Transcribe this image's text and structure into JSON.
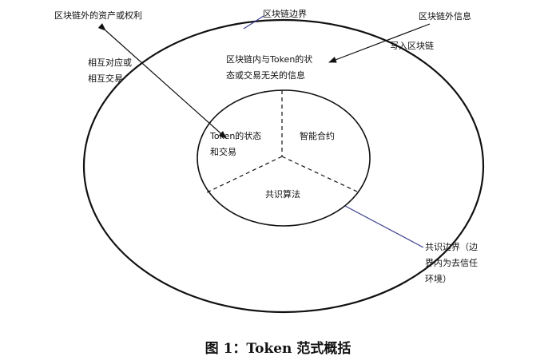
{
  "diagram": {
    "labels": {
      "assets_outside": "区块链外的资产或权利",
      "mutual_line1": "相互对应或",
      "mutual_line2": "相互交易",
      "chain_boundary": "区块链边界",
      "info_outside": "区块链外信息",
      "write_chain": "写入区块链",
      "inner_info_line1": "区块链内与Token的状",
      "inner_info_line2": "态或交易无关的信息",
      "token_state_line1": "Token的状态",
      "token_state_line2": "和交易",
      "smart_contract": "智能合约",
      "consensus_algo": "共识算法",
      "consensus_boundary_line1": "共识边界（边",
      "consensus_boundary_line2": "界内为去信任",
      "consensus_boundary_line3": "环境）"
    },
    "caption": "图 1：Token 范式概括",
    "colors": {
      "ink": "#111111",
      "leader_blue": "#3b3f8f"
    }
  }
}
